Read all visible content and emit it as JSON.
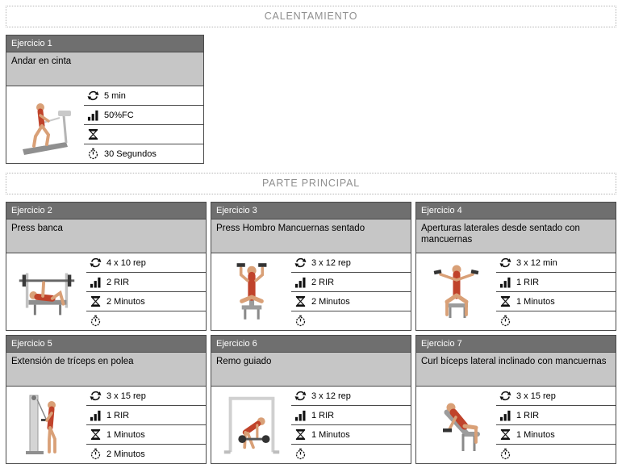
{
  "colors": {
    "card_header_bg": "#6f6f6f",
    "card_name_bg": "#c6c6c6",
    "border": "#4a4a4a",
    "section_title_color": "#8f8f8f",
    "figure_skin": "#d9a077",
    "figure_muscle": "#c0432b",
    "equipment_gray": "#9c9c9c"
  },
  "sections": [
    {
      "title": "CALENTAMIENTO",
      "cards": [
        {
          "header": "Ejercicio 1",
          "name": "Andar en cinta",
          "illustration": "treadmill-walk",
          "rows": [
            {
              "icon": "repeat-sets-icon",
              "value": "5 min"
            },
            {
              "icon": "intensity-bars-icon",
              "value": "50%FC"
            },
            {
              "icon": "hourglass-rest-icon",
              "value": ""
            },
            {
              "icon": "stopwatch-icon",
              "value": "30 Segundos"
            }
          ]
        }
      ]
    },
    {
      "title": "PARTE PRINCIPAL",
      "cards": [
        {
          "header": "Ejercicio 2",
          "name": "Press banca",
          "illustration": "bench-press",
          "rows": [
            {
              "icon": "repeat-sets-icon",
              "value": "4 x 10 rep"
            },
            {
              "icon": "intensity-bars-icon",
              "value": "2 RIR"
            },
            {
              "icon": "hourglass-rest-icon",
              "value": "2 Minutos"
            },
            {
              "icon": "stopwatch-icon",
              "value": ""
            }
          ]
        },
        {
          "header": "Ejercicio 3",
          "name": "Press Hombro Mancuernas sentado",
          "illustration": "seated-dumbbell-press",
          "rows": [
            {
              "icon": "repeat-sets-icon",
              "value": "3 x 12 rep"
            },
            {
              "icon": "intensity-bars-icon",
              "value": "2 RIR"
            },
            {
              "icon": "hourglass-rest-icon",
              "value": "2 Minutos"
            },
            {
              "icon": "stopwatch-icon",
              "value": ""
            }
          ]
        },
        {
          "header": "Ejercicio 4",
          "name": "Aperturas laterales desde sentado con mancuernas",
          "illustration": "seated-lateral-raise",
          "rows": [
            {
              "icon": "repeat-sets-icon",
              "value": "3 x 12 min"
            },
            {
              "icon": "intensity-bars-icon",
              "value": "1 RIR"
            },
            {
              "icon": "hourglass-rest-icon",
              "value": "1 Minutos"
            },
            {
              "icon": "stopwatch-icon",
              "value": ""
            }
          ]
        },
        {
          "header": "Ejercicio 5",
          "name": "Extensión de tríceps en polea",
          "illustration": "cable-triceps-pushdown",
          "rows": [
            {
              "icon": "repeat-sets-icon",
              "value": "3 x 15 rep"
            },
            {
              "icon": "intensity-bars-icon",
              "value": "1 RIR"
            },
            {
              "icon": "hourglass-rest-icon",
              "value": "1 Minutos"
            },
            {
              "icon": "stopwatch-icon",
              "value": "2 Minutos"
            }
          ]
        },
        {
          "header": "Ejercicio 6",
          "name": "Remo guiado",
          "illustration": "guided-row",
          "rows": [
            {
              "icon": "repeat-sets-icon",
              "value": "3 x 12 rep"
            },
            {
              "icon": "intensity-bars-icon",
              "value": "1 RIR"
            },
            {
              "icon": "hourglass-rest-icon",
              "value": "1 Minutos"
            },
            {
              "icon": "stopwatch-icon",
              "value": ""
            }
          ]
        },
        {
          "header": "Ejercicio 7",
          "name": "Curl bíceps lateral inclinado con mancuernas",
          "illustration": "incline-dumbbell-curl",
          "rows": [
            {
              "icon": "repeat-sets-icon",
              "value": "3 x 15 rep"
            },
            {
              "icon": "intensity-bars-icon",
              "value": "1 RIR"
            },
            {
              "icon": "hourglass-rest-icon",
              "value": "1 Minutos"
            },
            {
              "icon": "stopwatch-icon",
              "value": ""
            }
          ]
        }
      ]
    }
  ]
}
